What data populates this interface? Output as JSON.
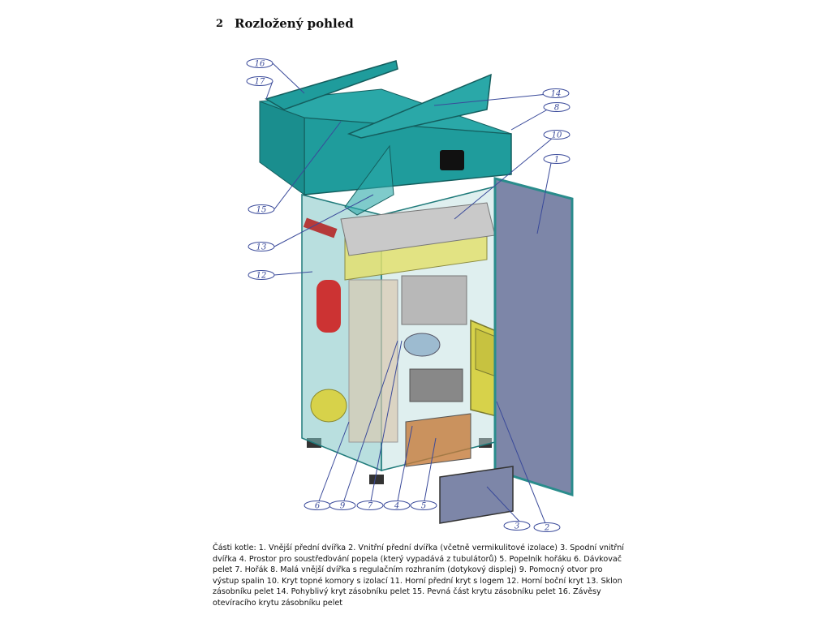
{
  "heading": {
    "number": "2",
    "title": "Rozložený pohled"
  },
  "callouts": [
    {
      "label": "1"
    },
    {
      "label": "2"
    },
    {
      "label": "3"
    },
    {
      "label": "4"
    },
    {
      "label": "5"
    },
    {
      "label": "6"
    },
    {
      "label": "7"
    },
    {
      "label": "8"
    },
    {
      "label": "9"
    },
    {
      "label": "10"
    },
    {
      "label": "12"
    },
    {
      "label": "13"
    },
    {
      "label": "14"
    },
    {
      "label": "15"
    },
    {
      "label": "16"
    },
    {
      "label": "17"
    }
  ],
  "caption": "Části kotle: 1. Vnější přední dvířka 2. Vnitřní přední dvířka (včetně vermikulitové izolace) 3. Spodní vnitřní dvířka 4. Prostor pro soustřeďování popela (který vypadává z tubulátorů) 5. Popelník hořáku 6. Dávkovač pelet 7. Hořák 8. Malá vnější dvířka s regulačním rozhraním (dotykový displej) 9. Pomocný otvor pro výstup spalin 10. Kryt topné komory s izolací 11. Horní přední kryt s logem 12. Horní boční kryt 13. Sklon zásobníku pelet 14. Pohyblivý kryt zásobníku pelet 15. Pevná část krytu zásobníku pelet 16. Závěsy otevíracího krytu zásobníku pelet",
  "colors": {
    "teal": "#1f9c9c",
    "callout": "#3a4a9a",
    "door": "#7d86a8",
    "yellow": "#d7d24a"
  }
}
